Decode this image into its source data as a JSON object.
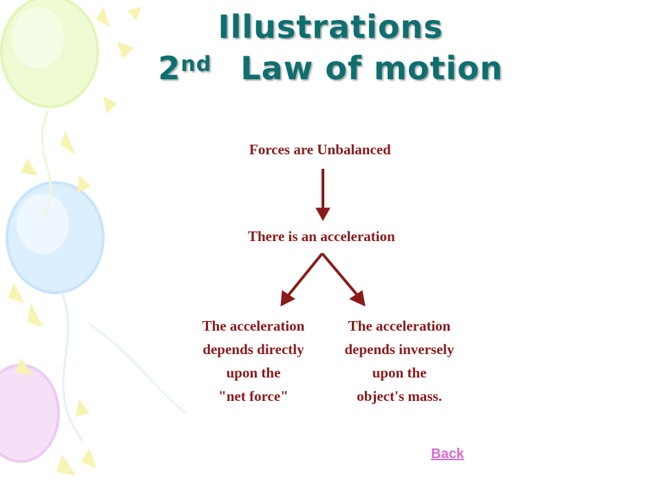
{
  "title": {
    "line1": "Illustrations",
    "line2_number": "2",
    "line2_superscript": "nd",
    "line2_rest": "Law of motion"
  },
  "diagram": {
    "top": "Forces are Unbalanced",
    "middle": "There is an acceleration",
    "left": [
      "The acceleration",
      "depends directly",
      "upon the",
      "\"net force\""
    ],
    "right": [
      "The acceleration",
      "depends inversely",
      "upon the",
      "object's mass."
    ],
    "color": "#8b1a1a"
  },
  "nav": {
    "back_label": "Back",
    "link_color": "#d46ad0"
  },
  "colors": {
    "title": "#0f6f6f"
  }
}
